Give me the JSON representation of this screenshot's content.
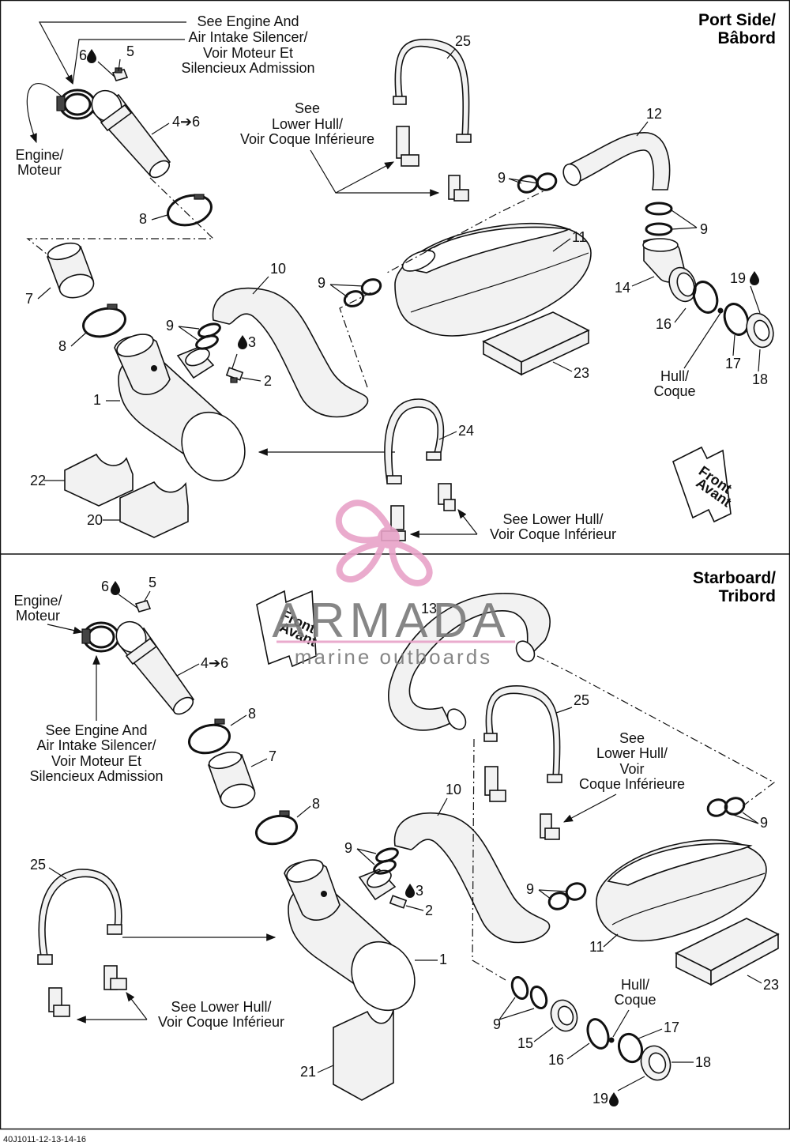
{
  "document_code": "40J1011-12-13-14-16",
  "watermark": {
    "brand": "ARMADA",
    "tagline": "marine outboards",
    "color": "#e8a3c8"
  },
  "port": {
    "title_line1": "Port Side/",
    "title_line2": "Bâbord",
    "callouts": {
      "see_engine": [
        "See Engine And",
        "Air Intake Silencer/",
        "Voir Moteur Et",
        "Silencieux Admission"
      ],
      "engine": [
        "Engine/",
        "Moteur"
      ],
      "see_lower_hull_upper": [
        "See",
        "Lower Hull/",
        "Voir Coque Inférieure"
      ],
      "see_lower_hull_bottom": [
        "See Lower Hull/",
        "Voir Coque Inférieur"
      ],
      "hull": [
        "Hull/",
        "Coque"
      ],
      "front": [
        "Front",
        "Avant"
      ]
    },
    "part_numbers": [
      "1",
      "2",
      "3",
      "4➔6",
      "5",
      "6",
      "7",
      "8",
      "8",
      "9",
      "9",
      "9",
      "9",
      "10",
      "11",
      "12",
      "14",
      "16",
      "17",
      "18",
      "19",
      "20",
      "22",
      "23",
      "24",
      "25"
    ]
  },
  "starboard": {
    "title_line1": "Starboard/",
    "title_line2": "Tribord",
    "callouts": {
      "engine": [
        "Engine/",
        "Moteur"
      ],
      "see_engine": [
        "See Engine And",
        "Air Intake Silencer/",
        "Voir Moteur Et",
        "Silencieux Admission"
      ],
      "see_lower_hull_upper": [
        "See",
        "Lower Hull/",
        "Voir",
        "Coque Inférieure"
      ],
      "see_lower_hull_bottom": [
        "See Lower Hull/",
        "Voir Coque Inférieur"
      ],
      "hull": [
        "Hull/",
        "Coque"
      ],
      "front": [
        "Front",
        "Avant"
      ]
    }
  }
}
